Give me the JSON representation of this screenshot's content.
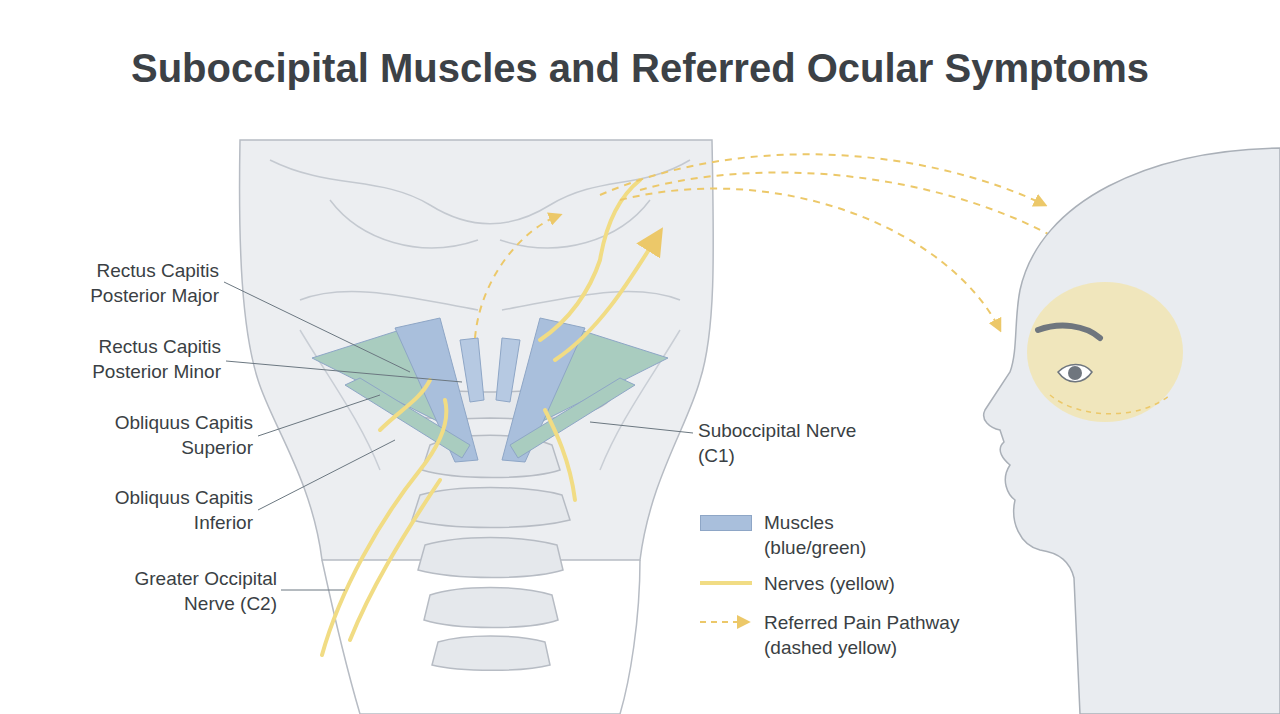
{
  "diagram": {
    "title": "Suboccipital Muscles and Referred Ocular Symptoms",
    "labels": [
      "Rectus Capitis Posterior Major",
      "Rectus Capitis Posterior Minor",
      "Obliquus Capitis Superior",
      "Obliquus Capitis Inferior",
      "Greater Occipital Nerve (C2)",
      "Suboccipital Nerve (C1)"
    ],
    "legend": [
      {
        "text": "Muscles (blue/green)",
        "color": "#a9bfdc"
      },
      {
        "text": "Nerves (yellow)"
      },
      {
        "text": "Referred Pain Pathway (dashed yellow)"
      }
    ]
  }
}
